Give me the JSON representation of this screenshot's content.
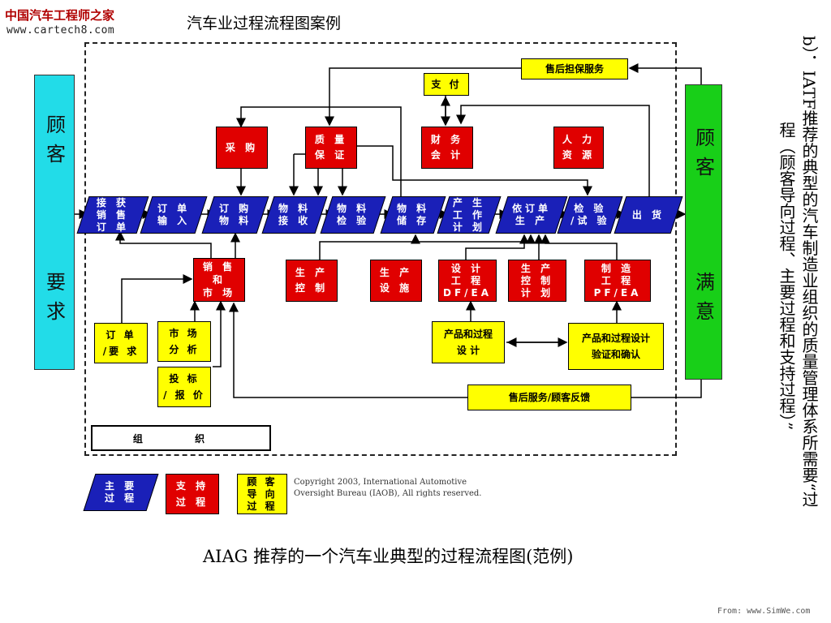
{
  "watermark": {
    "brand": "中国汽车工程师之家",
    "url": "www.cartech8.com"
  },
  "title": "汽车业过程流程图案例",
  "customer_left": {
    "top": "顾客",
    "bottom": "要求"
  },
  "customer_right": {
    "top": "顾客",
    "bottom": "满意"
  },
  "main_process": [
    "接 获\n销 售\n订 单",
    "订 单\n输 入",
    "订 购\n物 料",
    "物 料\n接 收",
    "物 料\n检 验",
    "物 料\n储 存",
    "产 生\n工 作\n计 划",
    "依订单\n生 产",
    "检 验\n/试 验",
    "出 货"
  ],
  "support_process": {
    "purchase": "采 购",
    "quality": "质 量\n保 证",
    "finance": "财 务\n会 计",
    "hr": "人 力\n资 源",
    "sales_market": "销 售\n和\n市 场",
    "production_control": "生 产\n控 制",
    "production_facility": "生 产\n设 施",
    "design_engineering": "设 计\n工 程\nDF/EA",
    "production_control_plan": "生 产\n控 制\n计 划",
    "manufacturing_engineering": "制 造\n工 程\nPF/EA"
  },
  "customer_process": {
    "payment": "支 付",
    "warranty": "售后担保服务",
    "order_request": "订 单\n/要 求",
    "market_analysis": "市 场\n分 析",
    "bid_quote": "投 标\n/ 报 价",
    "product_process_design": "产品和过程\n设 计",
    "design_verification": "产品和过程设计\n验证和确认",
    "after_sales": "售后服务/顾客反馈"
  },
  "organization": "组 织",
  "legend": {
    "main": "主 要\n过 程",
    "support": "支 持\n过 程",
    "customer": "顾 客\n导 向\n过 程"
  },
  "copyright": "Copyright 2003, International Automotive\nOversight Bureau (IAOB), All rights reserved.",
  "caption": "AIAG 推荐的一个汽车业典型的过程流程图(范例)",
  "side_text_1": "b）．IATF推荐的典型的汽车制造业组织的质量管理体系所需要“过",
  "side_text_2": "程（顾客导向过程、主要过程和支持过程）”",
  "from_tag": "From: www.SimWe.com",
  "colors": {
    "main": "#1a20b8",
    "support": "#e00000",
    "customer_oriented": "#ffff00",
    "customer_left": "#22dce8",
    "customer_right": "#18cf18"
  }
}
